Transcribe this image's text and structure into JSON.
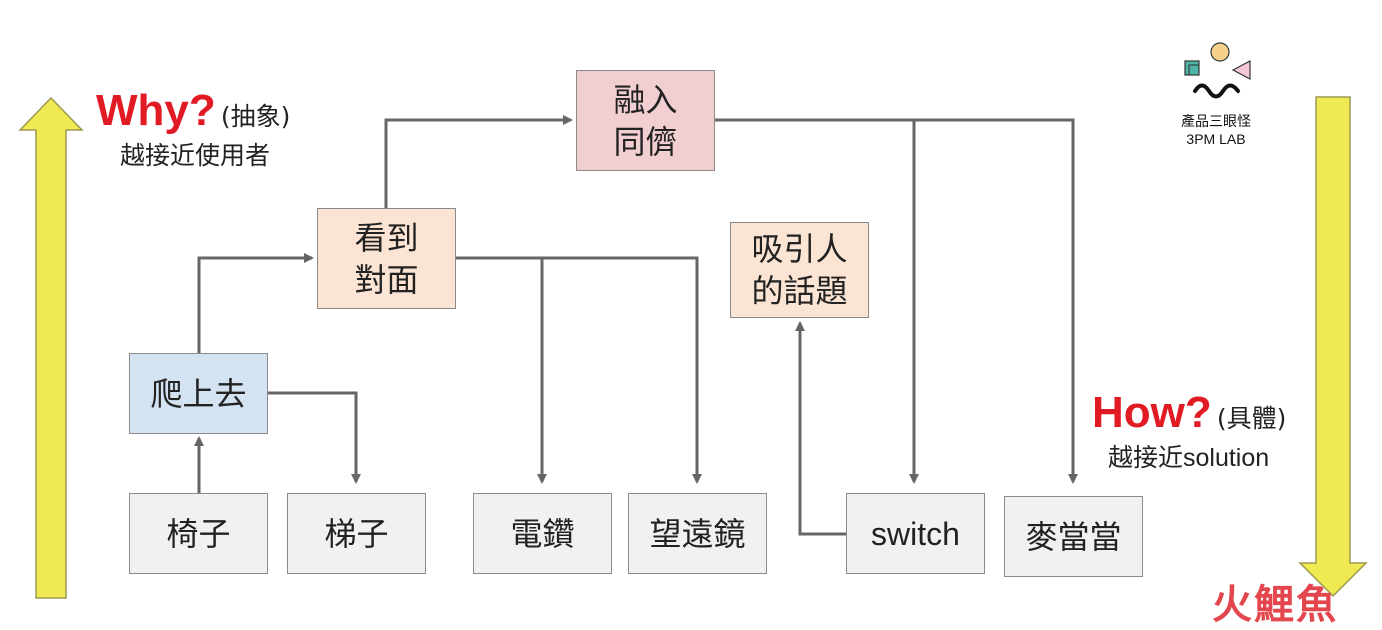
{
  "nodes": {
    "chair": "椅子",
    "ladder": "梯子",
    "drill": "電鑽",
    "telescope": "望遠鏡",
    "switch": "switch",
    "mcdonalds": "麥當當",
    "climb": "爬上去",
    "see_opposite": "看到\n對面",
    "fit_in": "融入\n同儕",
    "topic": "吸引人\n的話題"
  },
  "why": {
    "word": "Why?",
    "paren": "(抽象)",
    "sub": "越接近使用者"
  },
  "how": {
    "word": "How?",
    "paren": "(具體)",
    "sub": "越接近solution"
  },
  "brand": {
    "line1": "產品三眼怪",
    "line2": "3PM LAB"
  },
  "watermark": "火鯉魚",
  "colors": {
    "gray": "#f1f1f1",
    "blue": "#d3e3f1",
    "peach": "#fbe4d3",
    "pink": "#f1cfd1",
    "arrow": "#666666",
    "up_down_arrows": "#f0ea52",
    "accent_red": "#e01b24"
  }
}
